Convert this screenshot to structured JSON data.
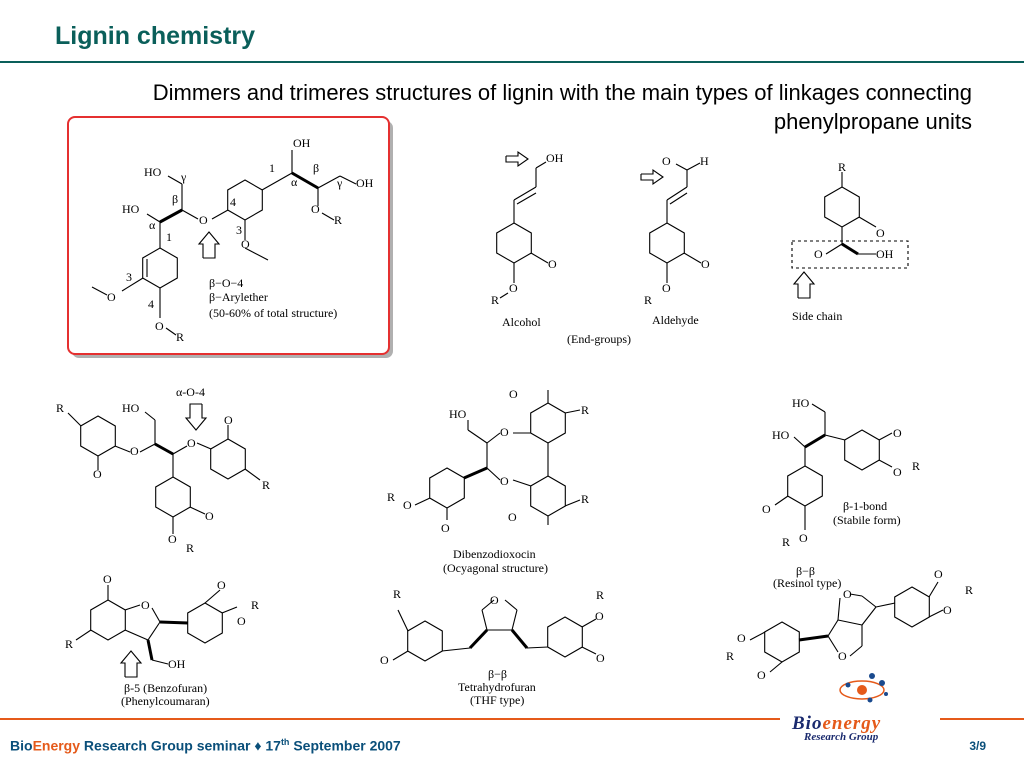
{
  "header": {
    "title": "Lignin chemistry",
    "subtitle": "Dimmers and trimeres structures of lignin with the main types of linkages connecting phenylpropane units"
  },
  "atoms": {
    "OH": "OH",
    "HO": "HO",
    "O": "O",
    "R": "R",
    "H": "H"
  },
  "greek": {
    "alpha": "α",
    "beta": "β",
    "gamma": "γ"
  },
  "numbers": {
    "one": "1",
    "three": "3",
    "four": "4"
  },
  "labels": {
    "b_o_4": "β−O−4",
    "b_arylether": "β−Arylether",
    "b_o_4_share": "(50-60% of total structure)",
    "alcohol": "Alcohol",
    "aldehyde": "Aldehyde",
    "end_groups": "(End-groups)",
    "side_chain": "Side chain",
    "a_o_4": "α-O-4",
    "dibenzodioxocin": "Dibenzodioxocin",
    "ocyagonal": "(Ocyagonal structure)",
    "b_1_bond": "β-1-bond",
    "stabile_form": "(Stabile form)",
    "b_5": "β-5 (Benzofuran)",
    "phenylcoumaran": "(Phenylcoumaran)",
    "bb": "β−β",
    "tetrahydrofuran": "Tetrahydrofuran",
    "thf_type": "(THF type)",
    "resinol_type": "(Resinol type)"
  },
  "footer": {
    "bio": "Bio",
    "energy": "Energy",
    "rest": " Research Group seminar ♦ 17",
    "sup": "th",
    "date": " September 2007",
    "page": "3/9"
  },
  "logo": {
    "bio": "Bio",
    "energy": "energy",
    "research_group": "Research Group"
  },
  "colors": {
    "title": "#0a5f5a",
    "footer_text": "#0a4f7a",
    "accent_orange": "#e55a1a",
    "highlight_box": "#e53030"
  }
}
